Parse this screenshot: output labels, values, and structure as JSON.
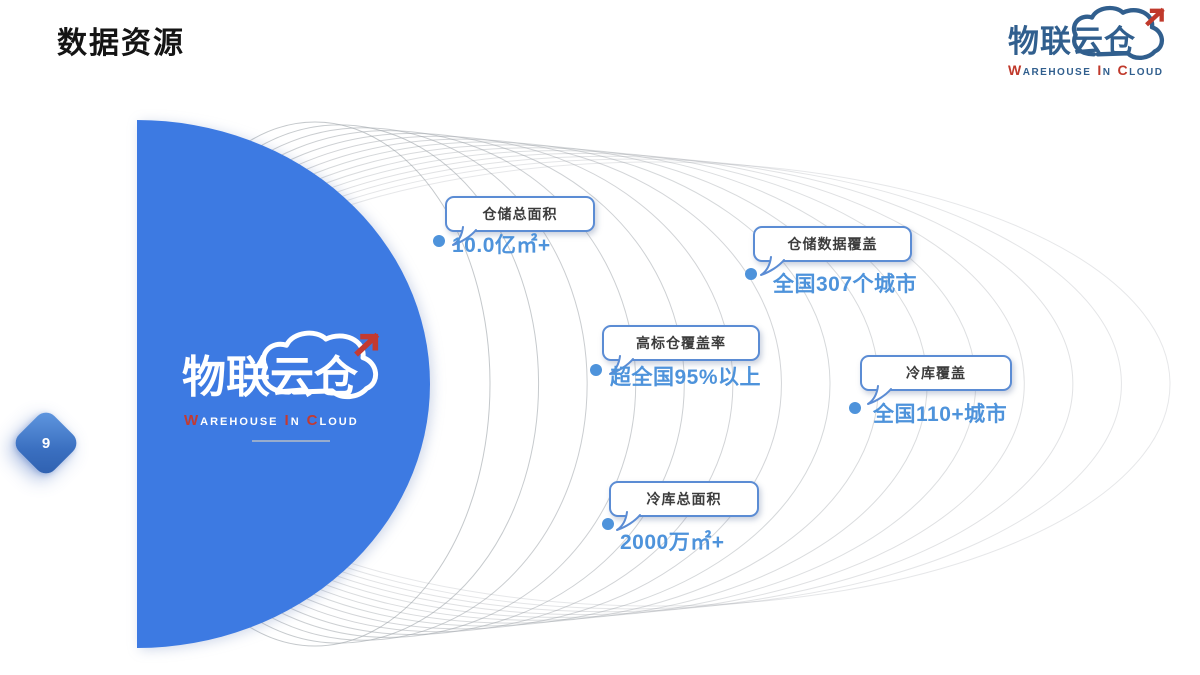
{
  "slide": {
    "title": "数据资源",
    "page_number": "9"
  },
  "logo": {
    "cn": "物联云仓",
    "en": {
      "w": "W",
      "arehouse": "AREHOUSE",
      "i": "I",
      "n": "N",
      "c": "C",
      "loud": "LOUD"
    }
  },
  "callouts": [
    {
      "label": "仓储总面积",
      "value": "10.0亿㎡+"
    },
    {
      "label": "仓储数据覆盖",
      "value": "全国307个城市"
    },
    {
      "label": "高标仓覆盖率",
      "value": "超全国95%以上"
    },
    {
      "label": "冷库覆盖",
      "value": "全国110+城市"
    },
    {
      "label": "冷库总面积",
      "value": "2000万㎡+"
    }
  ],
  "colors": {
    "primary_blue": "#3d7ae2",
    "accent_blue": "#4e93db",
    "bubble_border_blue": "#5b8cd4",
    "logo_navy": "#315f8e",
    "logo_red": "#c0392b",
    "ring_gray": "#9aa0a6",
    "title_black": "#141414"
  }
}
